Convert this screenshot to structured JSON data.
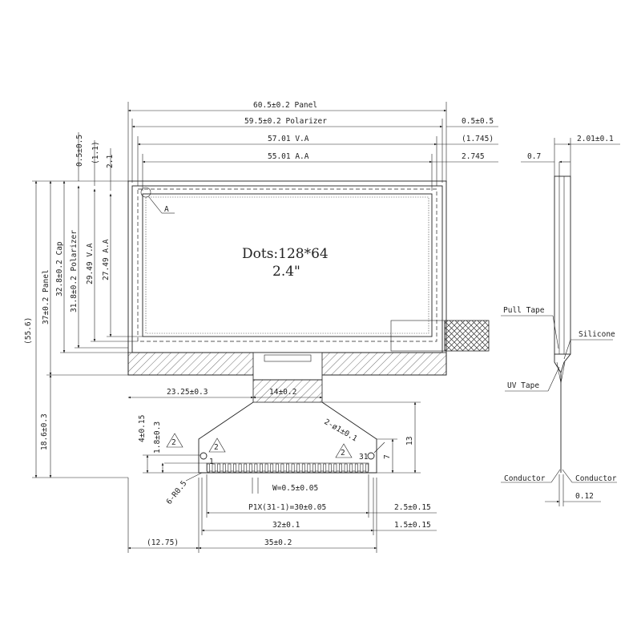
{
  "dims_top": {
    "panel": "60.5±0.2 Panel",
    "polarizer": "59.5±0.2 Polarizer",
    "va": "57.01 V.A",
    "aa": "55.01 A.A",
    "r_05": "0.5±0.5",
    "r_1745": "(1.745)",
    "r_2745": "2.745"
  },
  "dims_left": {
    "d_05": "0.5±0.5",
    "d_11": "(1.1)",
    "d_21": "2.1",
    "panel_h": "37±0.2 Panel",
    "cap_h": "32.8±0.2 Cap",
    "pol_h": "31.8±0.2 Polarizer",
    "va_h": "29.49 V.A",
    "aa_h": "27.49 A.A",
    "overall": "(55.6)",
    "fpc": "18.6±0.3"
  },
  "display": {
    "dots": "Dots:128*64",
    "size": "2.4\"",
    "marker_a": "A"
  },
  "fpc": {
    "w2325": "23.25±0.3",
    "w14": "14±0.2",
    "v415": "4±0.15",
    "v183": "1.8±0.3",
    "hole": "2-ø1±0.1",
    "r05": "6-R0.5",
    "pinw": "W=0.5±0.05",
    "pitch": "P1X(31-1)=30±0.05",
    "w32": "32±0.1",
    "w35": "35±0.2",
    "w1275": "(12.75)",
    "r25": "2.5±0.15",
    "r15": "1.5±0.15",
    "h13": "13",
    "h7": "7",
    "tri": "2",
    "pin1": "1",
    "pin31": "31"
  },
  "side": {
    "w201": "2.01±0.1",
    "w07": "0.7",
    "pull": "Pull Tape",
    "silicone": "Silicone",
    "uv": "UV Tape",
    "cond_l": "Conductor",
    "cond_r": "Conductor",
    "w012": "0.12"
  }
}
